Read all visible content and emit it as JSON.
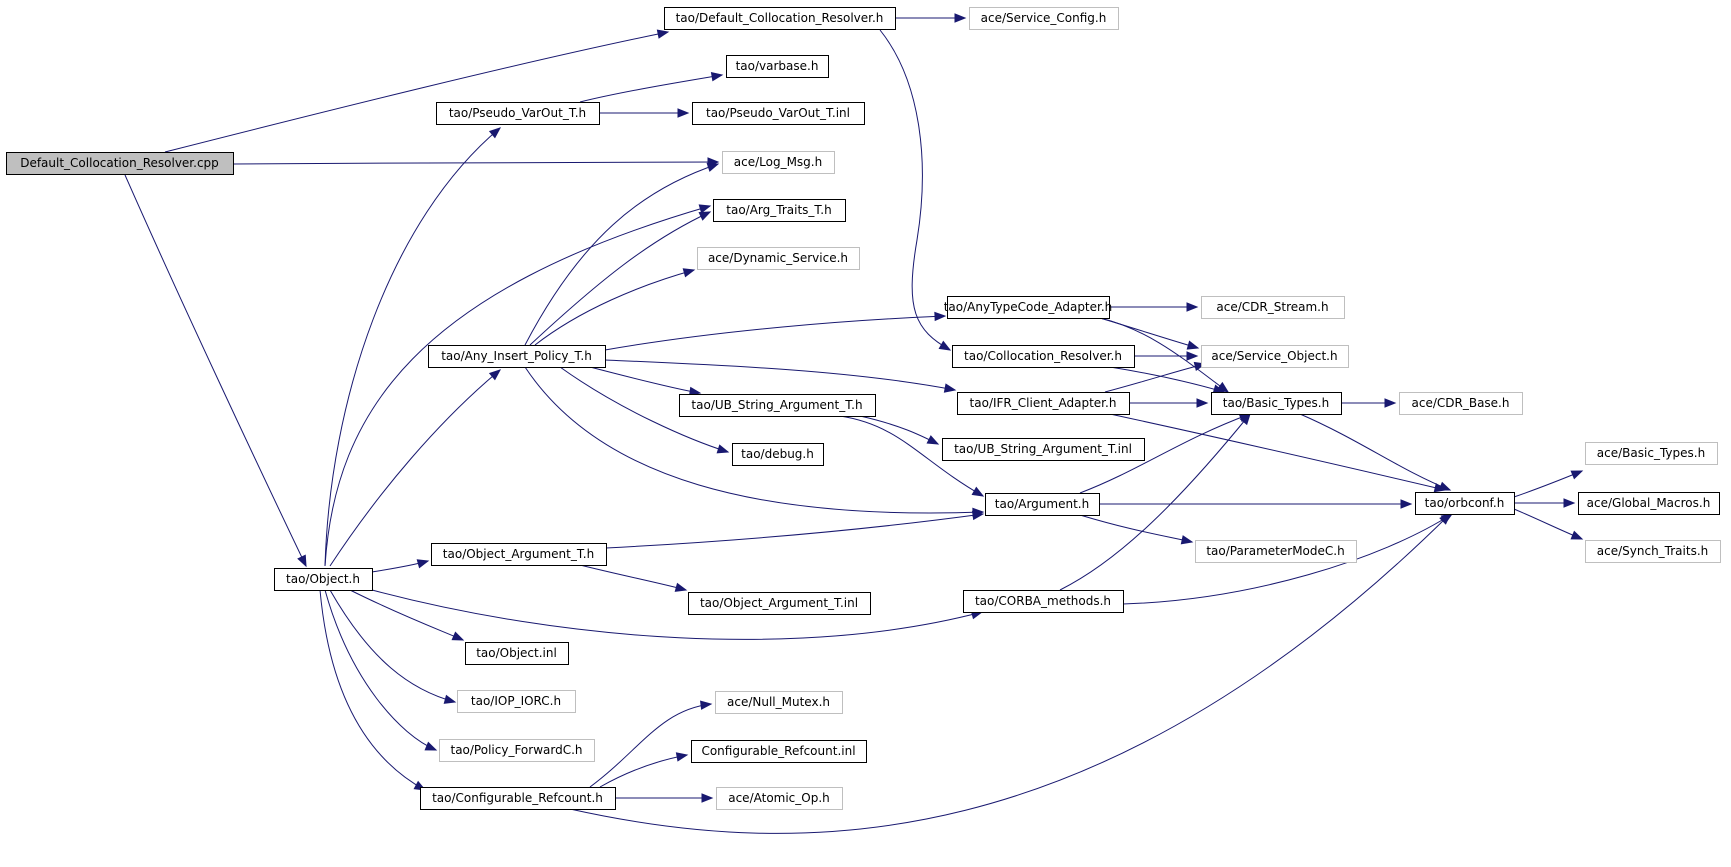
{
  "graph": {
    "nodes": [
      {
        "id": "root",
        "label": "Default_Collocation_Resolver.cpp",
        "kind": "root"
      },
      {
        "id": "dcr_h",
        "label": "tao/Default_Collocation_Resolver.h",
        "kind": "doc"
      },
      {
        "id": "svc_cfg",
        "label": "ace/Service_Config.h",
        "kind": "ext"
      },
      {
        "id": "varbase",
        "label": "tao/varbase.h",
        "kind": "doc"
      },
      {
        "id": "pvo_h",
        "label": "tao/Pseudo_VarOut_T.h",
        "kind": "doc"
      },
      {
        "id": "pvo_inl",
        "label": "tao/Pseudo_VarOut_T.inl",
        "kind": "doc"
      },
      {
        "id": "logmsg",
        "label": "ace/Log_Msg.h",
        "kind": "ext"
      },
      {
        "id": "argtraits",
        "label": "tao/Arg_Traits_T.h",
        "kind": "doc"
      },
      {
        "id": "dynsvc",
        "label": "ace/Dynamic_Service.h",
        "kind": "ext"
      },
      {
        "id": "atc_adapter",
        "label": "tao/AnyTypeCode_Adapter.h",
        "kind": "doc"
      },
      {
        "id": "cdrstream",
        "label": "ace/CDR_Stream.h",
        "kind": "ext"
      },
      {
        "id": "aip",
        "label": "tao/Any_Insert_Policy_T.h",
        "kind": "doc"
      },
      {
        "id": "coll_res",
        "label": "tao/Collocation_Resolver.h",
        "kind": "doc"
      },
      {
        "id": "svcobj",
        "label": "ace/Service_Object.h",
        "kind": "ext"
      },
      {
        "id": "ubs_h",
        "label": "tao/UB_String_Argument_T.h",
        "kind": "doc"
      },
      {
        "id": "ifr",
        "label": "tao/IFR_Client_Adapter.h",
        "kind": "doc"
      },
      {
        "id": "basictypes",
        "label": "tao/Basic_Types.h",
        "kind": "doc"
      },
      {
        "id": "cdrbase",
        "label": "ace/CDR_Base.h",
        "kind": "ext"
      },
      {
        "id": "ubs_inl",
        "label": "tao/UB_String_Argument_T.inl",
        "kind": "doc"
      },
      {
        "id": "debug",
        "label": "tao/debug.h",
        "kind": "doc"
      },
      {
        "id": "ace_basic",
        "label": "ace/Basic_Types.h",
        "kind": "ext"
      },
      {
        "id": "argument",
        "label": "tao/Argument.h",
        "kind": "doc"
      },
      {
        "id": "orbconf",
        "label": "tao/orbconf.h",
        "kind": "doc"
      },
      {
        "id": "globalmac",
        "label": "ace/Global_Macros.h",
        "kind": "doc"
      },
      {
        "id": "synch",
        "label": "ace/Synch_Traits.h",
        "kind": "ext"
      },
      {
        "id": "paramc",
        "label": "tao/ParameterModeC.h",
        "kind": "ext"
      },
      {
        "id": "objarg_h",
        "label": "tao/Object_Argument_T.h",
        "kind": "doc"
      },
      {
        "id": "object_h",
        "label": "tao/Object.h",
        "kind": "doc"
      },
      {
        "id": "objarg_inl",
        "label": "tao/Object_Argument_T.inl",
        "kind": "doc"
      },
      {
        "id": "corba_m",
        "label": "tao/CORBA_methods.h",
        "kind": "doc"
      },
      {
        "id": "object_inl",
        "label": "tao/Object.inl",
        "kind": "doc"
      },
      {
        "id": "iop",
        "label": "tao/IOP_IORC.h",
        "kind": "ext"
      },
      {
        "id": "nullmutex",
        "label": "ace/Null_Mutex.h",
        "kind": "ext"
      },
      {
        "id": "policyfwd",
        "label": "tao/Policy_ForwardC.h",
        "kind": "ext"
      },
      {
        "id": "cfgref_inl",
        "label": "Configurable_Refcount.inl",
        "kind": "doc"
      },
      {
        "id": "cfgref_h",
        "label": "tao/Configurable_Refcount.h",
        "kind": "doc"
      },
      {
        "id": "atomic",
        "label": "ace/Atomic_Op.h",
        "kind": "ext"
      }
    ]
  }
}
